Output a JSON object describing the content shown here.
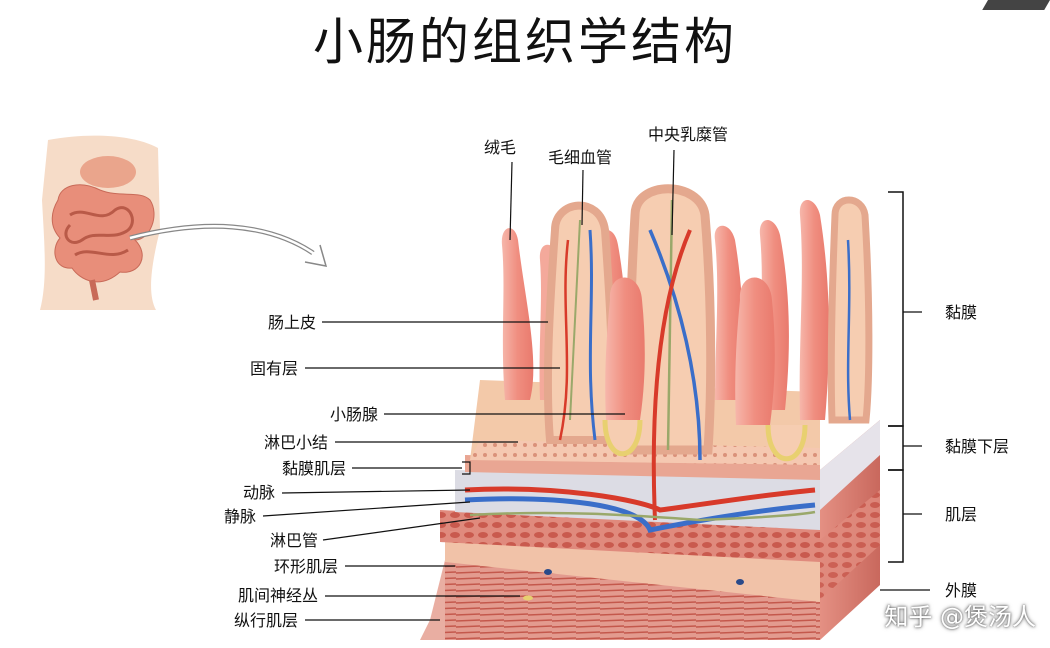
{
  "title": "小肠的组织学结构",
  "labels": {
    "villus": "绒毛",
    "capillary": "毛细血管",
    "lacteal": "中央乳糜管",
    "epithelium": "肠上皮",
    "lamina_propria": "固有层",
    "intestinal_gland": "小肠腺",
    "lymph_nodule": "淋巴小结",
    "muscularis_mucosae": "黏膜肌层",
    "artery": "动脉",
    "vein": "静脉",
    "lymph_vessel": "淋巴管",
    "circular_muscle": "环形肌层",
    "myenteric_plexus": "肌间神经丛",
    "longitudinal_muscle": "纵行肌层",
    "mucosa": "黏膜",
    "submucosa": "黏膜下层",
    "muscularis": "肌层",
    "serosa": "外膜"
  },
  "watermark": "知乎 @煲汤人",
  "colors": {
    "tissue_pink": "#f2a398",
    "muscle_red": "#d9746a",
    "artery_red": "#d83a2a",
    "vein_blue": "#3a6ec9",
    "lacteal_green": "#9aa86a",
    "submucosa_gray": "#d7d7df"
  }
}
